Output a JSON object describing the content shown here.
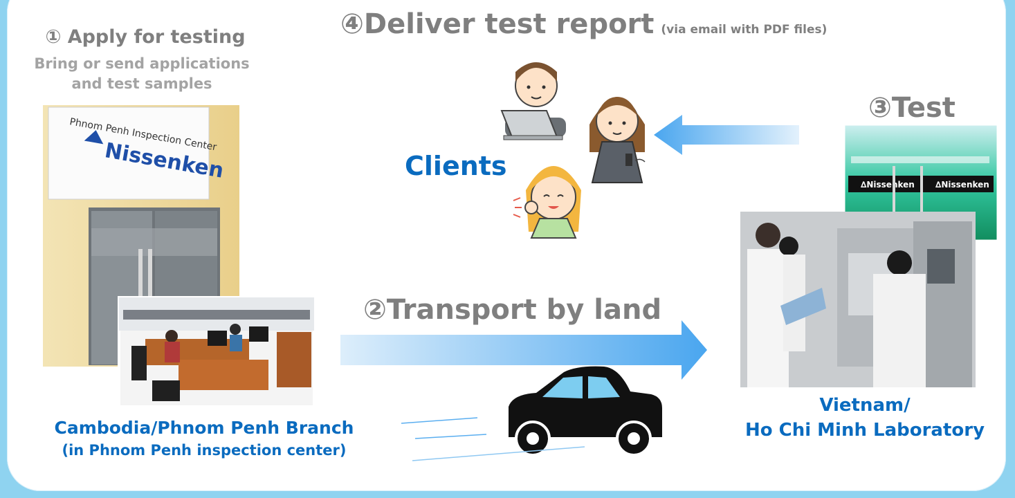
{
  "step1": {
    "title": "① Apply for testing",
    "desc_line1": "Bring or send applications",
    "desc_line2": "and test samples"
  },
  "step2": {
    "title": "②Transport by land"
  },
  "step3": {
    "title": "③Test"
  },
  "step4": {
    "title": "④Deliver test report",
    "note": "(via email with PDF files)"
  },
  "clients": {
    "label": "Clients"
  },
  "branch": {
    "line1": "Cambodia/Phnom Penh Branch",
    "line2": "(in Phnom Penh inspection center)"
  },
  "lab": {
    "line1": "Vietnam/",
    "line2": "Ho Chi Minh Laboratory"
  },
  "signage": {
    "center_name": "Phnom Penh Inspection Center",
    "brand": "Nissenken"
  },
  "colors": {
    "frame_border": "#8fd3f0",
    "title_gray": "#7f7f7f",
    "label_blue": "#0a6bbf",
    "arrow_blue": "#5aaef0"
  }
}
